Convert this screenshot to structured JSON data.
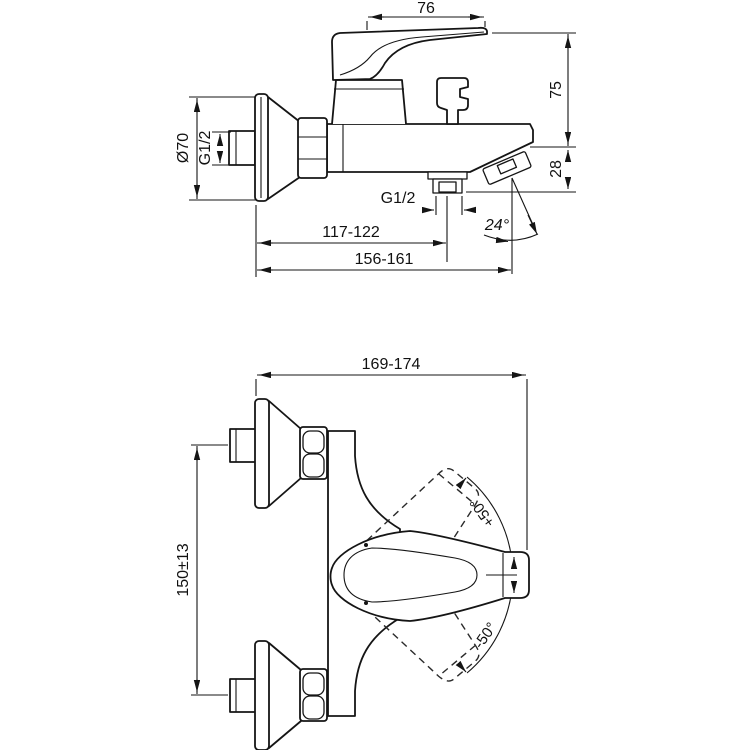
{
  "drawing": {
    "side_view": {
      "handle_width": "76",
      "height_to_handle": "75",
      "spout_drop": "28",
      "escutcheon_diameter": "Ø70",
      "inlet_thread": "G1/2",
      "outlet_thread": "G1/2",
      "wall_to_outlet": "117-122",
      "wall_to_spout": "156-161",
      "spout_angle": "24°"
    },
    "front_view": {
      "overall_width": "169-174",
      "inlet_centres": "150±13",
      "swing_up": "+50°",
      "swing_down": "-50°"
    }
  }
}
